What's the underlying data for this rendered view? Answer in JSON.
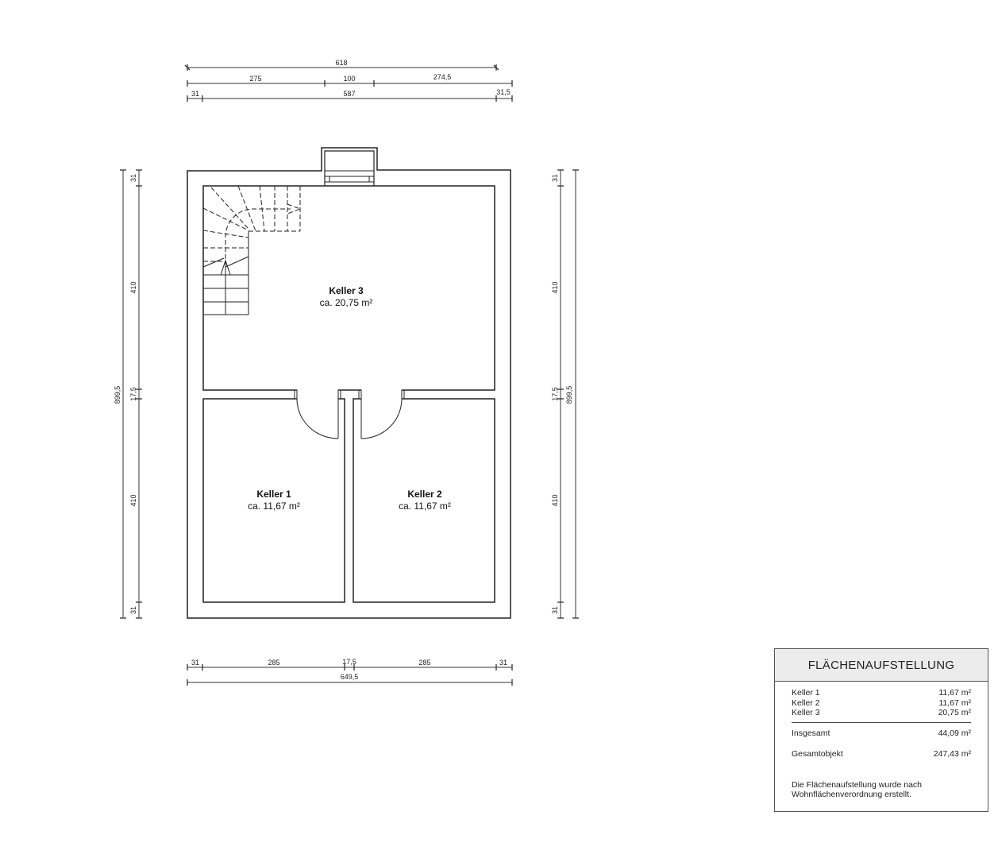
{
  "plan": {
    "rooms": [
      {
        "name": "Keller 3",
        "area": "ca. 20,75 m²"
      },
      {
        "name": "Keller 1",
        "area": "ca. 11,67 m²"
      },
      {
        "name": "Keller 2",
        "area": "ca. 11,67 m²"
      }
    ],
    "dimensions": {
      "top": {
        "row1": [
          "618"
        ],
        "row2": [
          "275",
          "100",
          "274,5"
        ],
        "row3": [
          "31",
          "587",
          "31,5"
        ]
      },
      "bottom": {
        "row1": [
          "31",
          "285",
          "17,5",
          "285",
          "31"
        ],
        "row2": [
          "649,5"
        ]
      },
      "left": {
        "total": "899,5",
        "segments": [
          "31",
          "410",
          "17,5",
          "410",
          "31"
        ]
      },
      "right": {
        "total": "899,5",
        "segments": [
          "31",
          "410",
          "17,5",
          "410",
          "31"
        ]
      }
    }
  },
  "legend": {
    "title": "FLÄCHENAUFSTELLUNG",
    "items": [
      {
        "label": "Keller 1",
        "value": "11,67 m²"
      },
      {
        "label": "Keller 2",
        "value": "11,67 m²"
      },
      {
        "label": "Keller 3",
        "value": "20,75 m²"
      }
    ],
    "total": {
      "label": "Insgesamt",
      "value": "44,09 m²"
    },
    "overall": {
      "label": "Gesamtobjekt",
      "value": "247,43 m²"
    },
    "note_line1": "Die Flächenaufstellung wurde nach",
    "note_line2": "Wohnflächenverordnung erstellt."
  }
}
